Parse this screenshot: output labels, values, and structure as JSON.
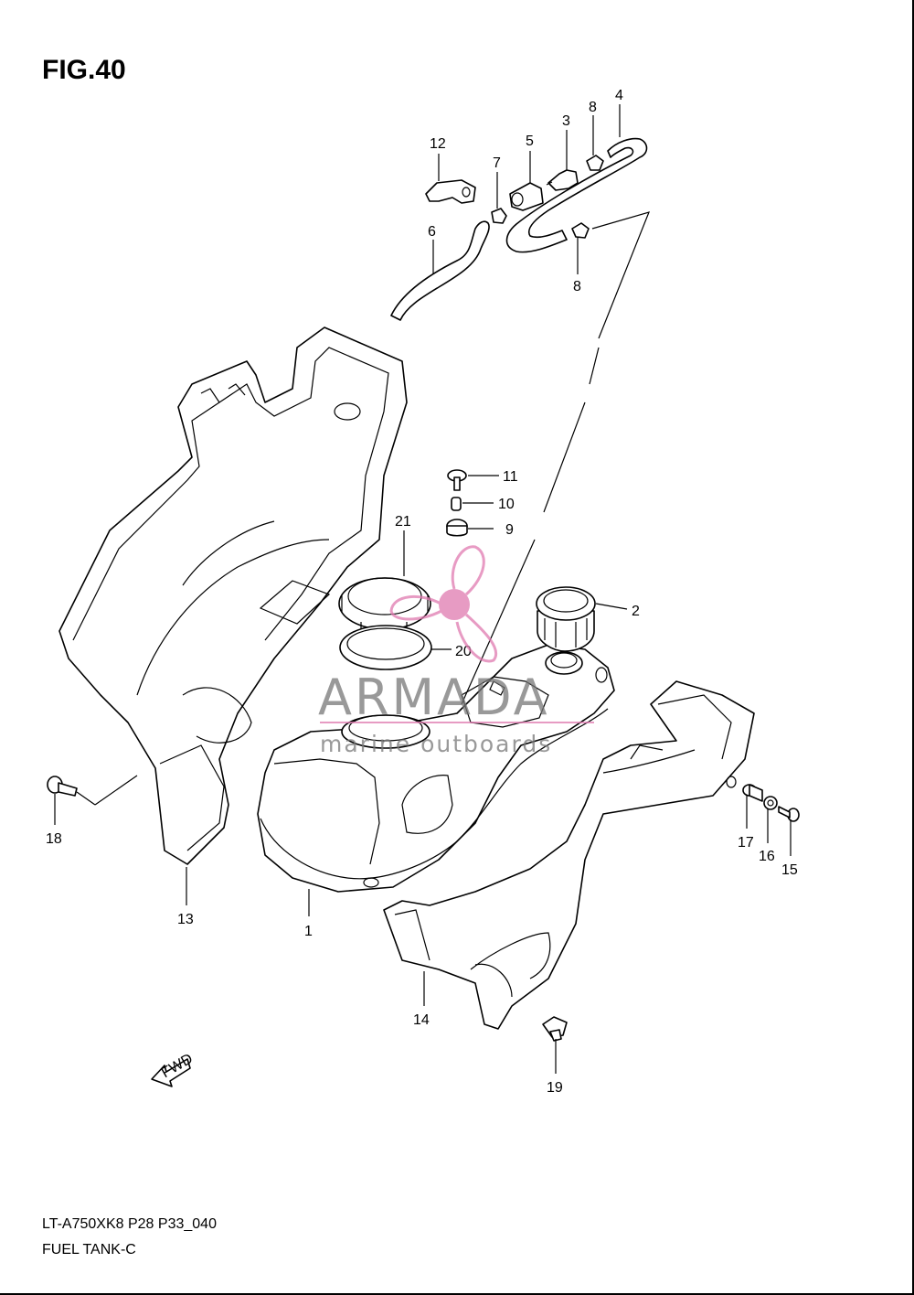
{
  "figure": {
    "title": "FIG.40",
    "model_code": "LT-A750XK8 P28 P33_040",
    "section_name": "FUEL TANK-C"
  },
  "callouts": {
    "c1": "1",
    "c2": "2",
    "c3": "3",
    "c4": "4",
    "c5": "5",
    "c6": "6",
    "c7": "7",
    "c8a": "8",
    "c8b": "8",
    "c9": "9",
    "c10": "10",
    "c11": "11",
    "c12": "12",
    "c13": "13",
    "c14": "14",
    "c15": "15",
    "c16": "16",
    "c17": "17",
    "c18": "18",
    "c19": "19",
    "c20": "20",
    "c21": "21"
  },
  "fwd_arrow": {
    "label": "FWD"
  },
  "watermark": {
    "brand": "ARMADA",
    "tagline": "marine outboards",
    "accent_color": "#e07ab0"
  }
}
